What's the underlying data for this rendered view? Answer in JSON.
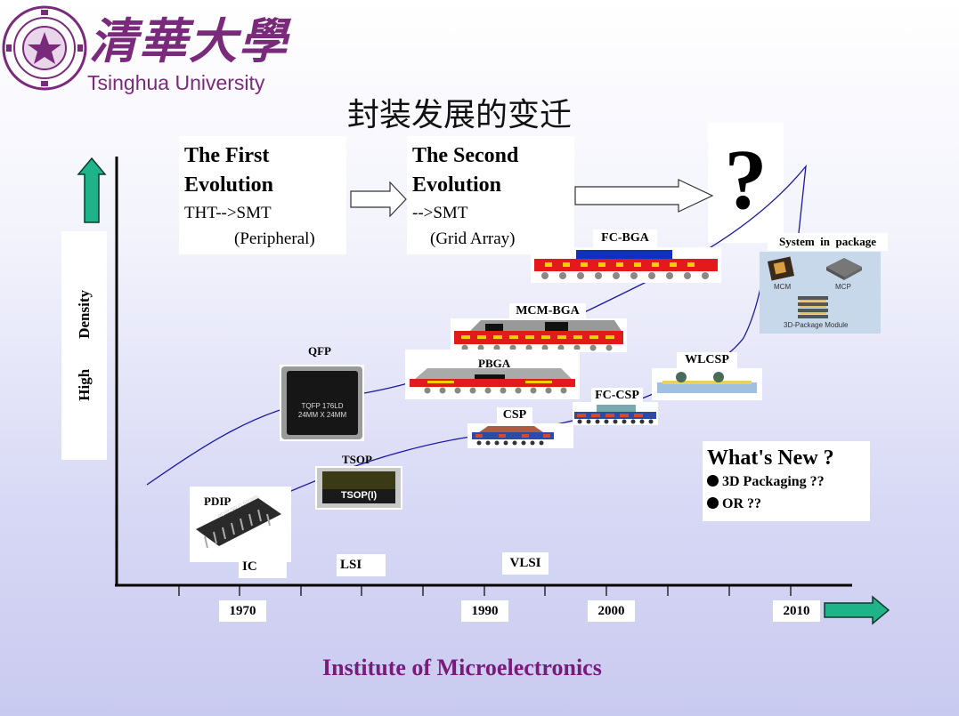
{
  "header": {
    "university_cn": "清華大學",
    "university_en": "Tsinghua University",
    "slide_title": "封装发展的变迁"
  },
  "evolutions": [
    {
      "title_line1": "The First",
      "title_line2": "Evolution",
      "line1": "THT-->SMT",
      "line2": "(Peripheral)"
    },
    {
      "title_line1": "The Second",
      "title_line2": "Evolution",
      "line1": "-->SMT",
      "line2": "(Grid Array)"
    }
  ],
  "question_mark": "?",
  "y_axis_label": "High        Density",
  "packages": {
    "fcbga": "FC-BGA",
    "sip": "System  in  package",
    "mcmbga": "MCM-BGA",
    "qfp": "QFP",
    "pbga": "PBGA",
    "wlcsp": "WLCSP",
    "fccsp": "FC-CSP",
    "csp": "CSP",
    "tsop": "TSOP",
    "pdip": "PDIP"
  },
  "chip_text": {
    "qfp_line1": "TQFP 176LD",
    "qfp_line2": "24MM X 24MM",
    "tsop": "TSOP(I)",
    "pdip": "PDIP 28LD 600MIL",
    "mcm": "MCM",
    "mcp": "MCP",
    "module": "3D-Package Module"
  },
  "integration": {
    "ic": "IC",
    "lsi": "LSI",
    "vlsi": "VLSI"
  },
  "years": [
    "1970",
    "1990",
    "2000",
    "2010"
  ],
  "whats_new": {
    "title": "What's New ?",
    "items": [
      "3D Packaging ??",
      "OR ??"
    ]
  },
  "footer": "Institute of Microelectronics",
  "colors": {
    "brand": "#7a2a7a",
    "arrow_green": "#1fb38a",
    "curve": "#1a1aa0"
  }
}
